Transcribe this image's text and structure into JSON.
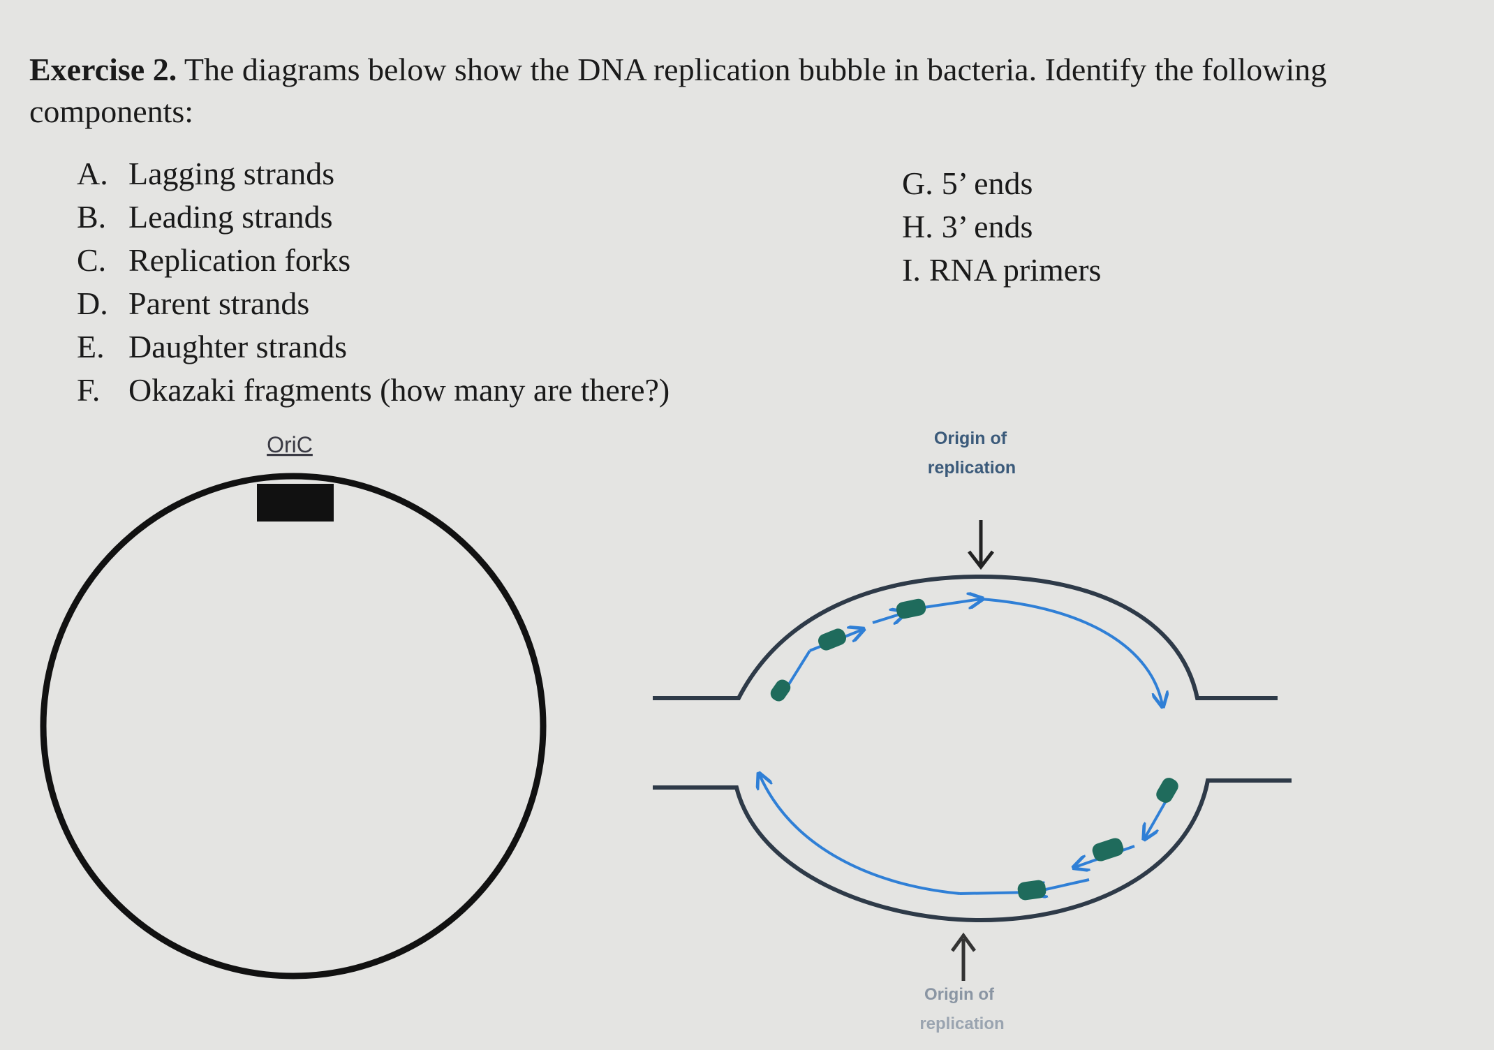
{
  "exercise": {
    "label": "Exercise 2.",
    "text": "The diagrams below show the DNA replication bubble in bacteria. Identify the following components:"
  },
  "components_left": [
    {
      "letter": "A.",
      "text": "Lagging strands"
    },
    {
      "letter": "B.",
      "text": "Leading strands"
    },
    {
      "letter": "C.",
      "text": "Replication forks"
    },
    {
      "letter": "D.",
      "text": "Parent strands"
    },
    {
      "letter": "E.",
      "text": "Daughter strands"
    },
    {
      "letter": "F.",
      "text": "Okazaki fragments (how many are there?)"
    }
  ],
  "components_right": [
    {
      "letter": "G.",
      "text": "5’ ends"
    },
    {
      "letter": "H.",
      "text": "3’ ends"
    },
    {
      "letter": "I.",
      "text": "RNA primers"
    }
  ],
  "circle_diagram": {
    "origin_label": "OriC"
  },
  "bubble_diagram": {
    "top_origin_label_line1": "Origin of",
    "top_origin_label_line2": "replication",
    "bottom_origin_label_line1": "Origin of",
    "bottom_origin_label_line2": "replication",
    "parent_color": "#2e3a48",
    "daughter_color": "#2f7fd6",
    "primer_color": "#1f6b5c"
  }
}
